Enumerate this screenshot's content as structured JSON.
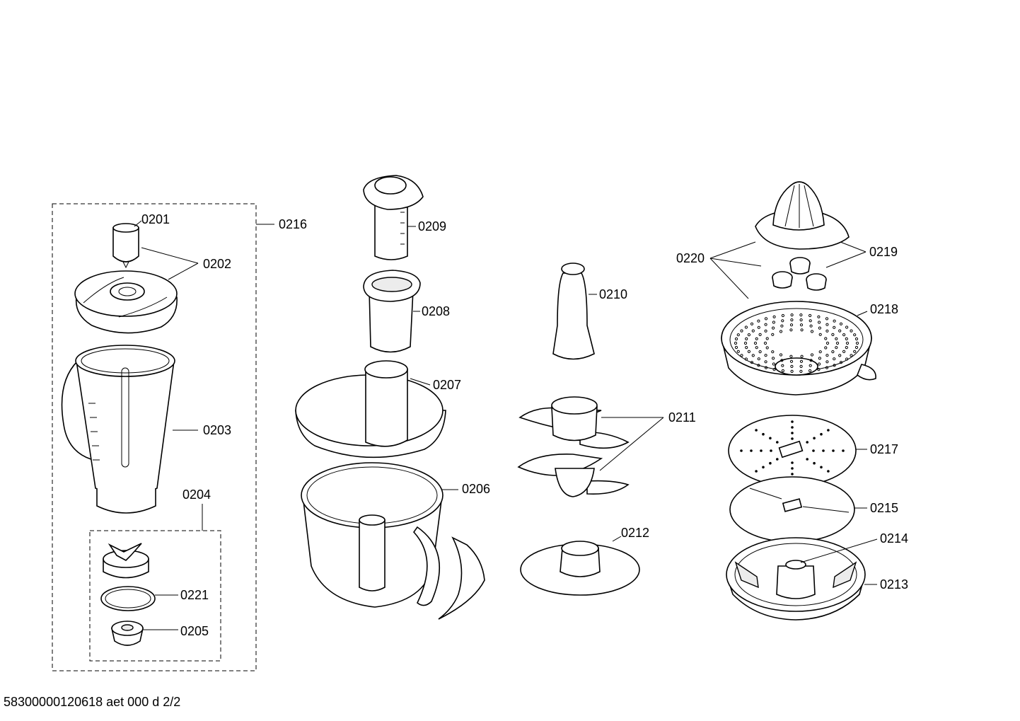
{
  "labels": {
    "p0201": "0201",
    "p0202": "0202",
    "p0203": "0203",
    "p0204": "0204",
    "p0205": "0205",
    "p0206": "0206",
    "p0207": "0207",
    "p0208": "0208",
    "p0209": "0209",
    "p0210": "0210",
    "p0211": "0211",
    "p0212": "0212",
    "p0213": "0213",
    "p0214": "0214",
    "p0215": "0215",
    "p0216": "0216",
    "p0217": "0217",
    "p0218": "0218",
    "p0219": "0219",
    "p0220": "0220",
    "p0221": "0221"
  },
  "footer": "58300000120618 aet 000 d 2/2"
}
